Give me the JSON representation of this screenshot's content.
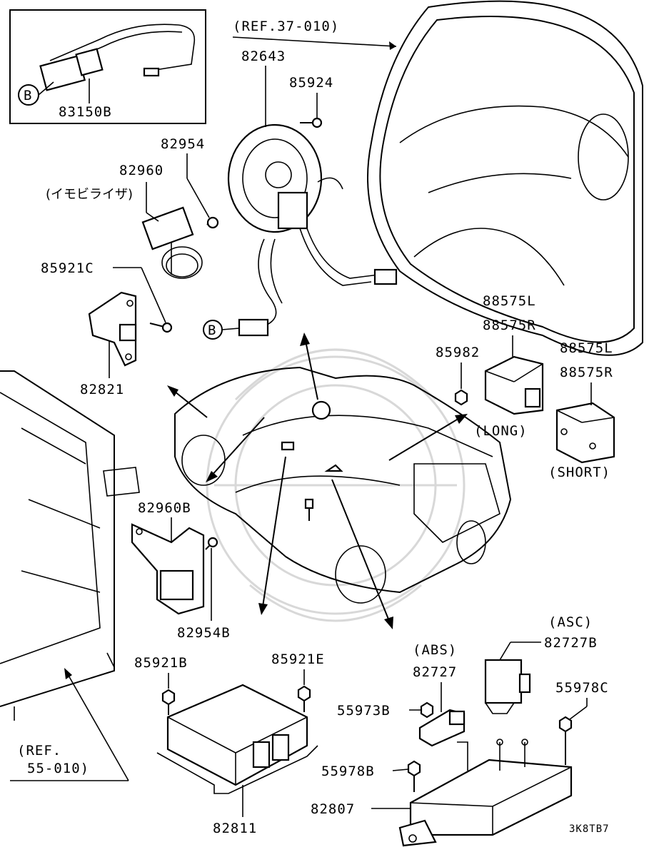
{
  "diagram": {
    "drawing_code": "3K8TB7",
    "callout_letter": "B",
    "references": {
      "steering_wheel": "(REF.37-010)",
      "instrument_panel_line1": "(REF.",
      "instrument_panel_line2": "55-010)"
    },
    "notes": {
      "immobilizer": "(イモビライザ)",
      "long": "(LONG)",
      "short": "(SHORT)",
      "abs": "(ABS)",
      "asc": "(ASC)"
    },
    "parts": {
      "p83150B": "83150B",
      "p82643": "82643",
      "p85924": "85924",
      "p82954": "82954",
      "p82960": "82960",
      "p85921C": "85921C",
      "p82821": "82821",
      "p88575L_a": "88575L",
      "p88575R_a": "88575R",
      "p85982": "85982",
      "p88575L_b": "88575L",
      "p88575R_b": "88575R",
      "p82960B": "82960B",
      "p82954B": "82954B",
      "p85921B": "85921B",
      "p85921E": "85921E",
      "p82811": "82811",
      "p82727": "82727",
      "p82727B": "82727B",
      "p55973B": "55973B",
      "p55978C": "55978C",
      "p55978B": "55978B",
      "p82807": "82807"
    }
  }
}
